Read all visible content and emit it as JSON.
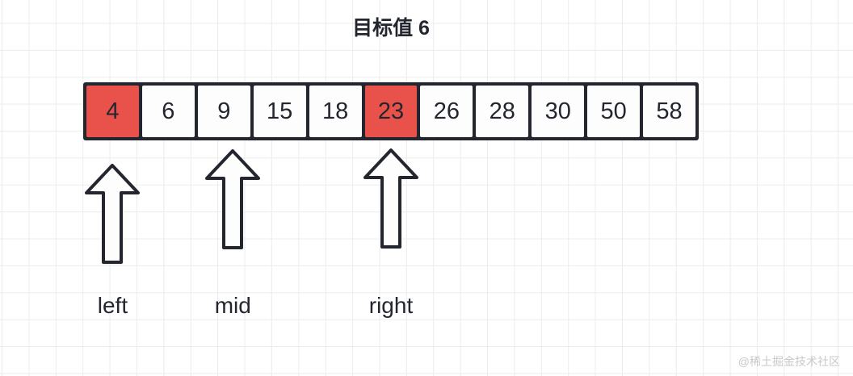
{
  "title": "目标值 6",
  "array": {
    "cells": [
      {
        "value": "4",
        "highlighted": true
      },
      {
        "value": "6",
        "highlighted": false
      },
      {
        "value": "9",
        "highlighted": false
      },
      {
        "value": "15",
        "highlighted": false
      },
      {
        "value": "18",
        "highlighted": false
      },
      {
        "value": "23",
        "highlighted": true
      },
      {
        "value": "26",
        "highlighted": false
      },
      {
        "value": "28",
        "highlighted": false
      },
      {
        "value": "30",
        "highlighted": false
      },
      {
        "value": "50",
        "highlighted": false
      },
      {
        "value": "58",
        "highlighted": false
      }
    ]
  },
  "pointers": [
    {
      "label": "left",
      "cell_index": 0
    },
    {
      "label": "mid",
      "cell_index": 2
    },
    {
      "label": "right",
      "cell_index": 5
    }
  ],
  "colors": {
    "highlight_red": "#e8524b",
    "outline_dark": "#23262e",
    "cell_background": "#fdfdfd",
    "watermark_gray": "#c9c9c9"
  },
  "watermark": "@稀土掘金技术社区"
}
